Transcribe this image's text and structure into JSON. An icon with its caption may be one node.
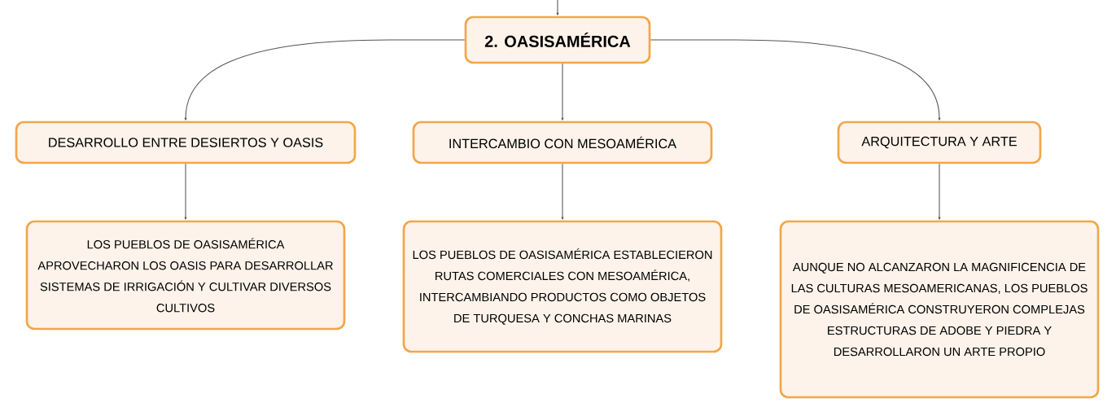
{
  "diagram": {
    "nodes": [
      {
        "text": [
          "2. OASISAMÉRICA"
        ]
      },
      {
        "text": [
          "DESARROLLO ENTRE DESIERTOS Y OASIS"
        ]
      },
      {
        "text": [
          "INTERCAMBIO CON MESOAMÉRICA"
        ]
      },
      {
        "text": [
          "ARQUITECTURA Y ARTE"
        ]
      },
      {
        "text": [
          "LOS PUEBLOS DE OASISAMÉRICA APROVECHARON LOS OASIS PARA DESARROLLAR SISTEMAS DE IRRIGACIÓN Y CULTIVAR DIVERSOS CULTIVOS"
        ]
      },
      {
        "text": [
          "LOS PUEBLOS DE OASISAMÉRICA ESTABLECIERON RUTAS COMERCIALES CON MESOAMÉRICA, INTERCAMBIANDO PRODUCTOS COMO OBJETOS DE TURQUESA Y CONCHAS MARINAS"
        ]
      },
      {
        "text": [
          "AUNQUE NO ALCANZARON LA MAGNIFICENCIA DE LAS CULTURAS MESOAMERICANAS, LOS PUEBLOS DE OASISAMÉRICA CONSTRUYERON COMPLEJAS ESTRUCTURAS DE ADOBE Y PIEDRA Y DESARROLLARON UN ARTE PROPIO"
        ]
      }
    ],
    "edges": [
      {
        "from": null,
        "to": 0,
        "arrow": "to"
      },
      {
        "from": 0,
        "to": 1,
        "arrow": "to"
      },
      {
        "from": 0,
        "to": 2,
        "arrow": "to"
      },
      {
        "from": 0,
        "to": 3,
        "arrow": "to"
      },
      {
        "from": 1,
        "to": 4,
        "arrow": "to"
      },
      {
        "from": 2,
        "to": 5,
        "arrow": "to"
      },
      {
        "from": 3,
        "to": 6,
        "arrow": "to"
      }
    ]
  }
}
